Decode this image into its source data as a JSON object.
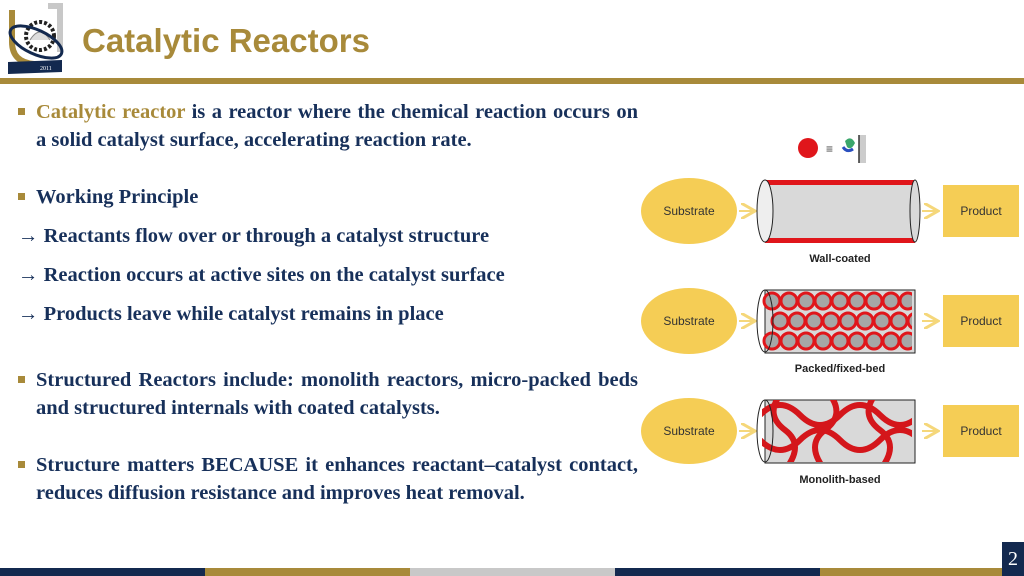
{
  "header": {
    "title": "Catalytic Reactors",
    "logo_text": "2011"
  },
  "content": {
    "b1_highlight": "Catalytic reactor",
    "b1_rest": " is a reactor where the chemical reaction occurs on a solid catalyst surface, accelerating reaction rate.",
    "b2": "Working Principle",
    "steps": [
      "→ Reactants flow over or through a catalyst structure",
      "→ Reaction occurs at active sites on the catalyst surface",
      "→ Products leave while catalyst remains in place"
    ],
    "b3": "Structured Reactors include: monolith reactors, micro-packed beds and structured internals with coated catalysts.",
    "b4": "Structure matters BECAUSE it enhances reactant–catalyst contact, reduces diffusion resistance and improves heat removal."
  },
  "diagram": {
    "legend_symbol": "≡",
    "substrate": "Substrate",
    "product": "Product",
    "labels": [
      "Wall-coated",
      "Packed/fixed-bed",
      "Monolith-based"
    ],
    "colors": {
      "yellow": "#f5cd55",
      "red": "#e0161b",
      "tube": "#d9d9d9"
    }
  },
  "footer": {
    "page": "2"
  }
}
